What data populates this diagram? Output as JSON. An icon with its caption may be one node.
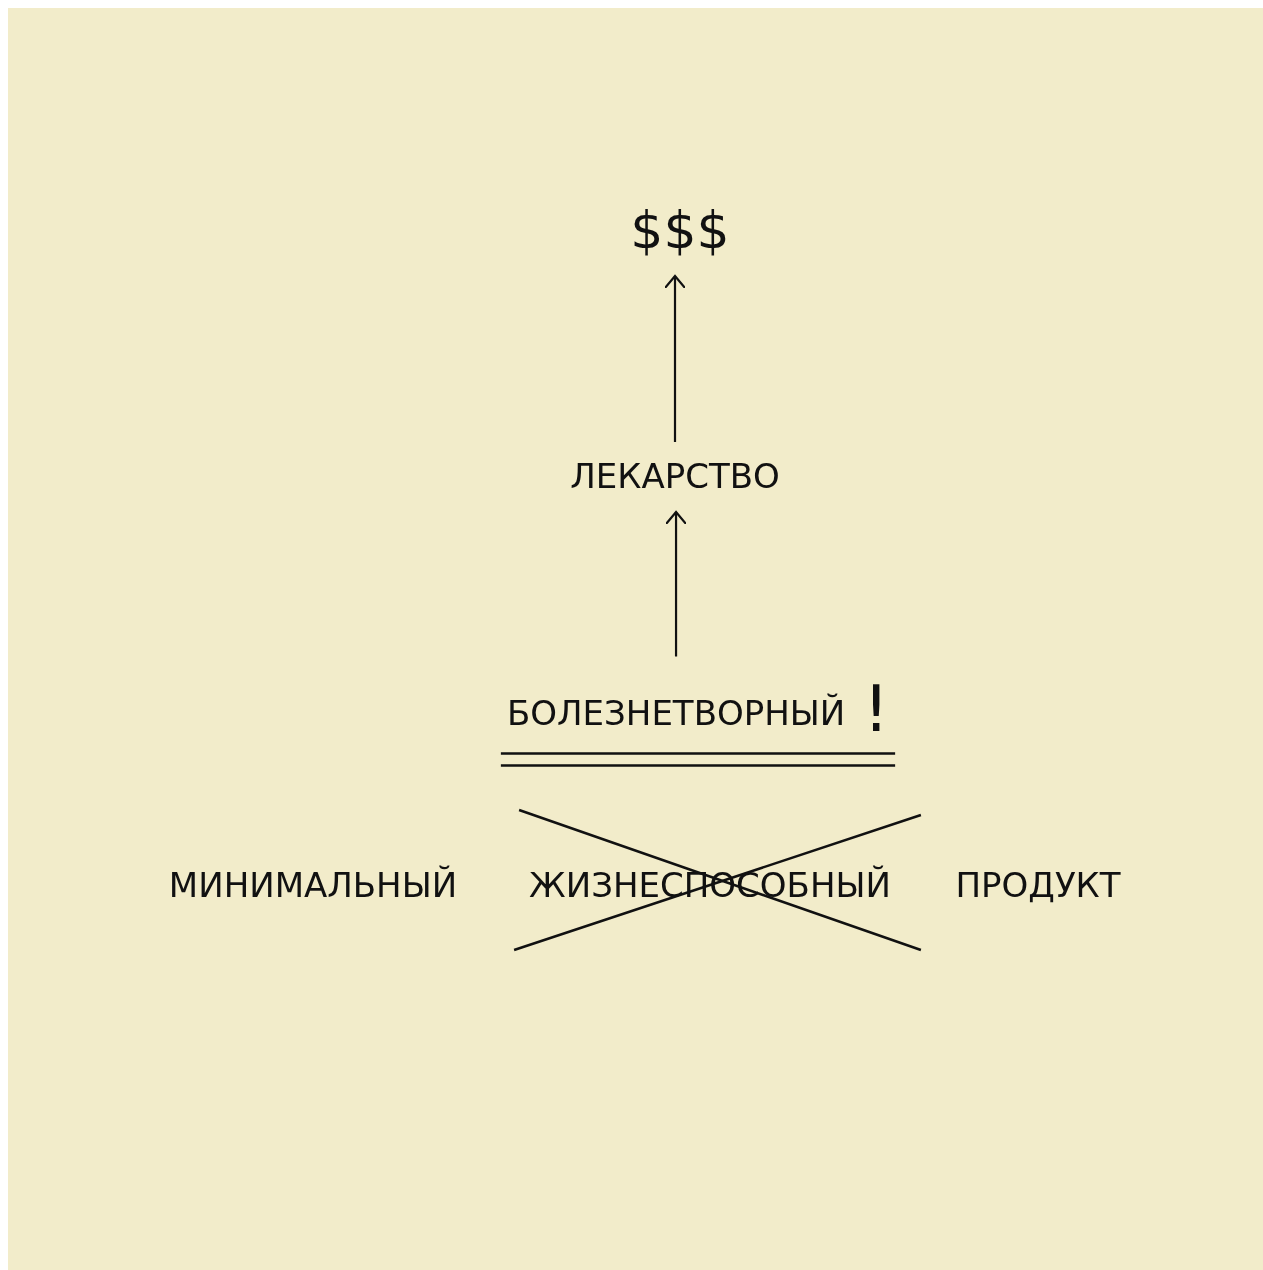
{
  "diagram": {
    "nodes": [
      {
        "text": [
          "$$$"
        ]
      },
      {
        "text": [
          "ЛЕКАРСТВО"
        ]
      },
      {
        "text": [
          "БОЛЕЗНЕТВОРНЫЙ",
          "!"
        ]
      }
    ],
    "edges": [
      {
        "from": 1,
        "to": 0,
        "arrow": "to"
      },
      {
        "from": 2,
        "to": 1,
        "arrow": "to"
      }
    ],
    "labels": [
      "МИНИМАЛЬНЫЙ",
      "ЖИЗНЕСПОСОБНЫЙ",
      "ПРОДУКТ"
    ]
  }
}
